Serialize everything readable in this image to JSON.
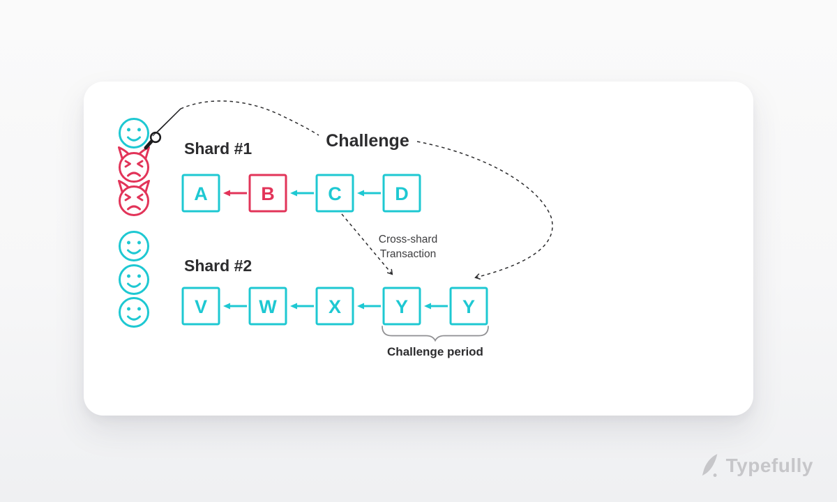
{
  "colors": {
    "cyan": "#1ec8d2",
    "red": "#e23459",
    "ink": "#2c2c2e",
    "soft_ink": "#3d3d3f",
    "brace_gray": "#8f8f92",
    "watermark_gray": "#c6c6c9",
    "card_bg": "#ffffff"
  },
  "diagram": {
    "challenge_label": "Challenge",
    "cross_shard_label_line1": "Cross-shard",
    "cross_shard_label_line2": "Transaction",
    "challenge_period_label": "Challenge period",
    "shard1": {
      "label": "Shard #1",
      "blocks": [
        {
          "letter": "A"
        },
        {
          "letter": "B"
        },
        {
          "letter": "C"
        },
        {
          "letter": "D"
        }
      ]
    },
    "shard2": {
      "label": "Shard #2",
      "blocks": [
        {
          "letter": "V"
        },
        {
          "letter": "W"
        },
        {
          "letter": "X"
        },
        {
          "letter": "Y"
        },
        {
          "letter": "Y"
        }
      ]
    },
    "validators": {
      "shard1": [
        "honest",
        "malicious",
        "malicious"
      ],
      "shard2": [
        "honest",
        "honest",
        "honest"
      ]
    }
  },
  "watermark": {
    "brand": "Typefully"
  }
}
